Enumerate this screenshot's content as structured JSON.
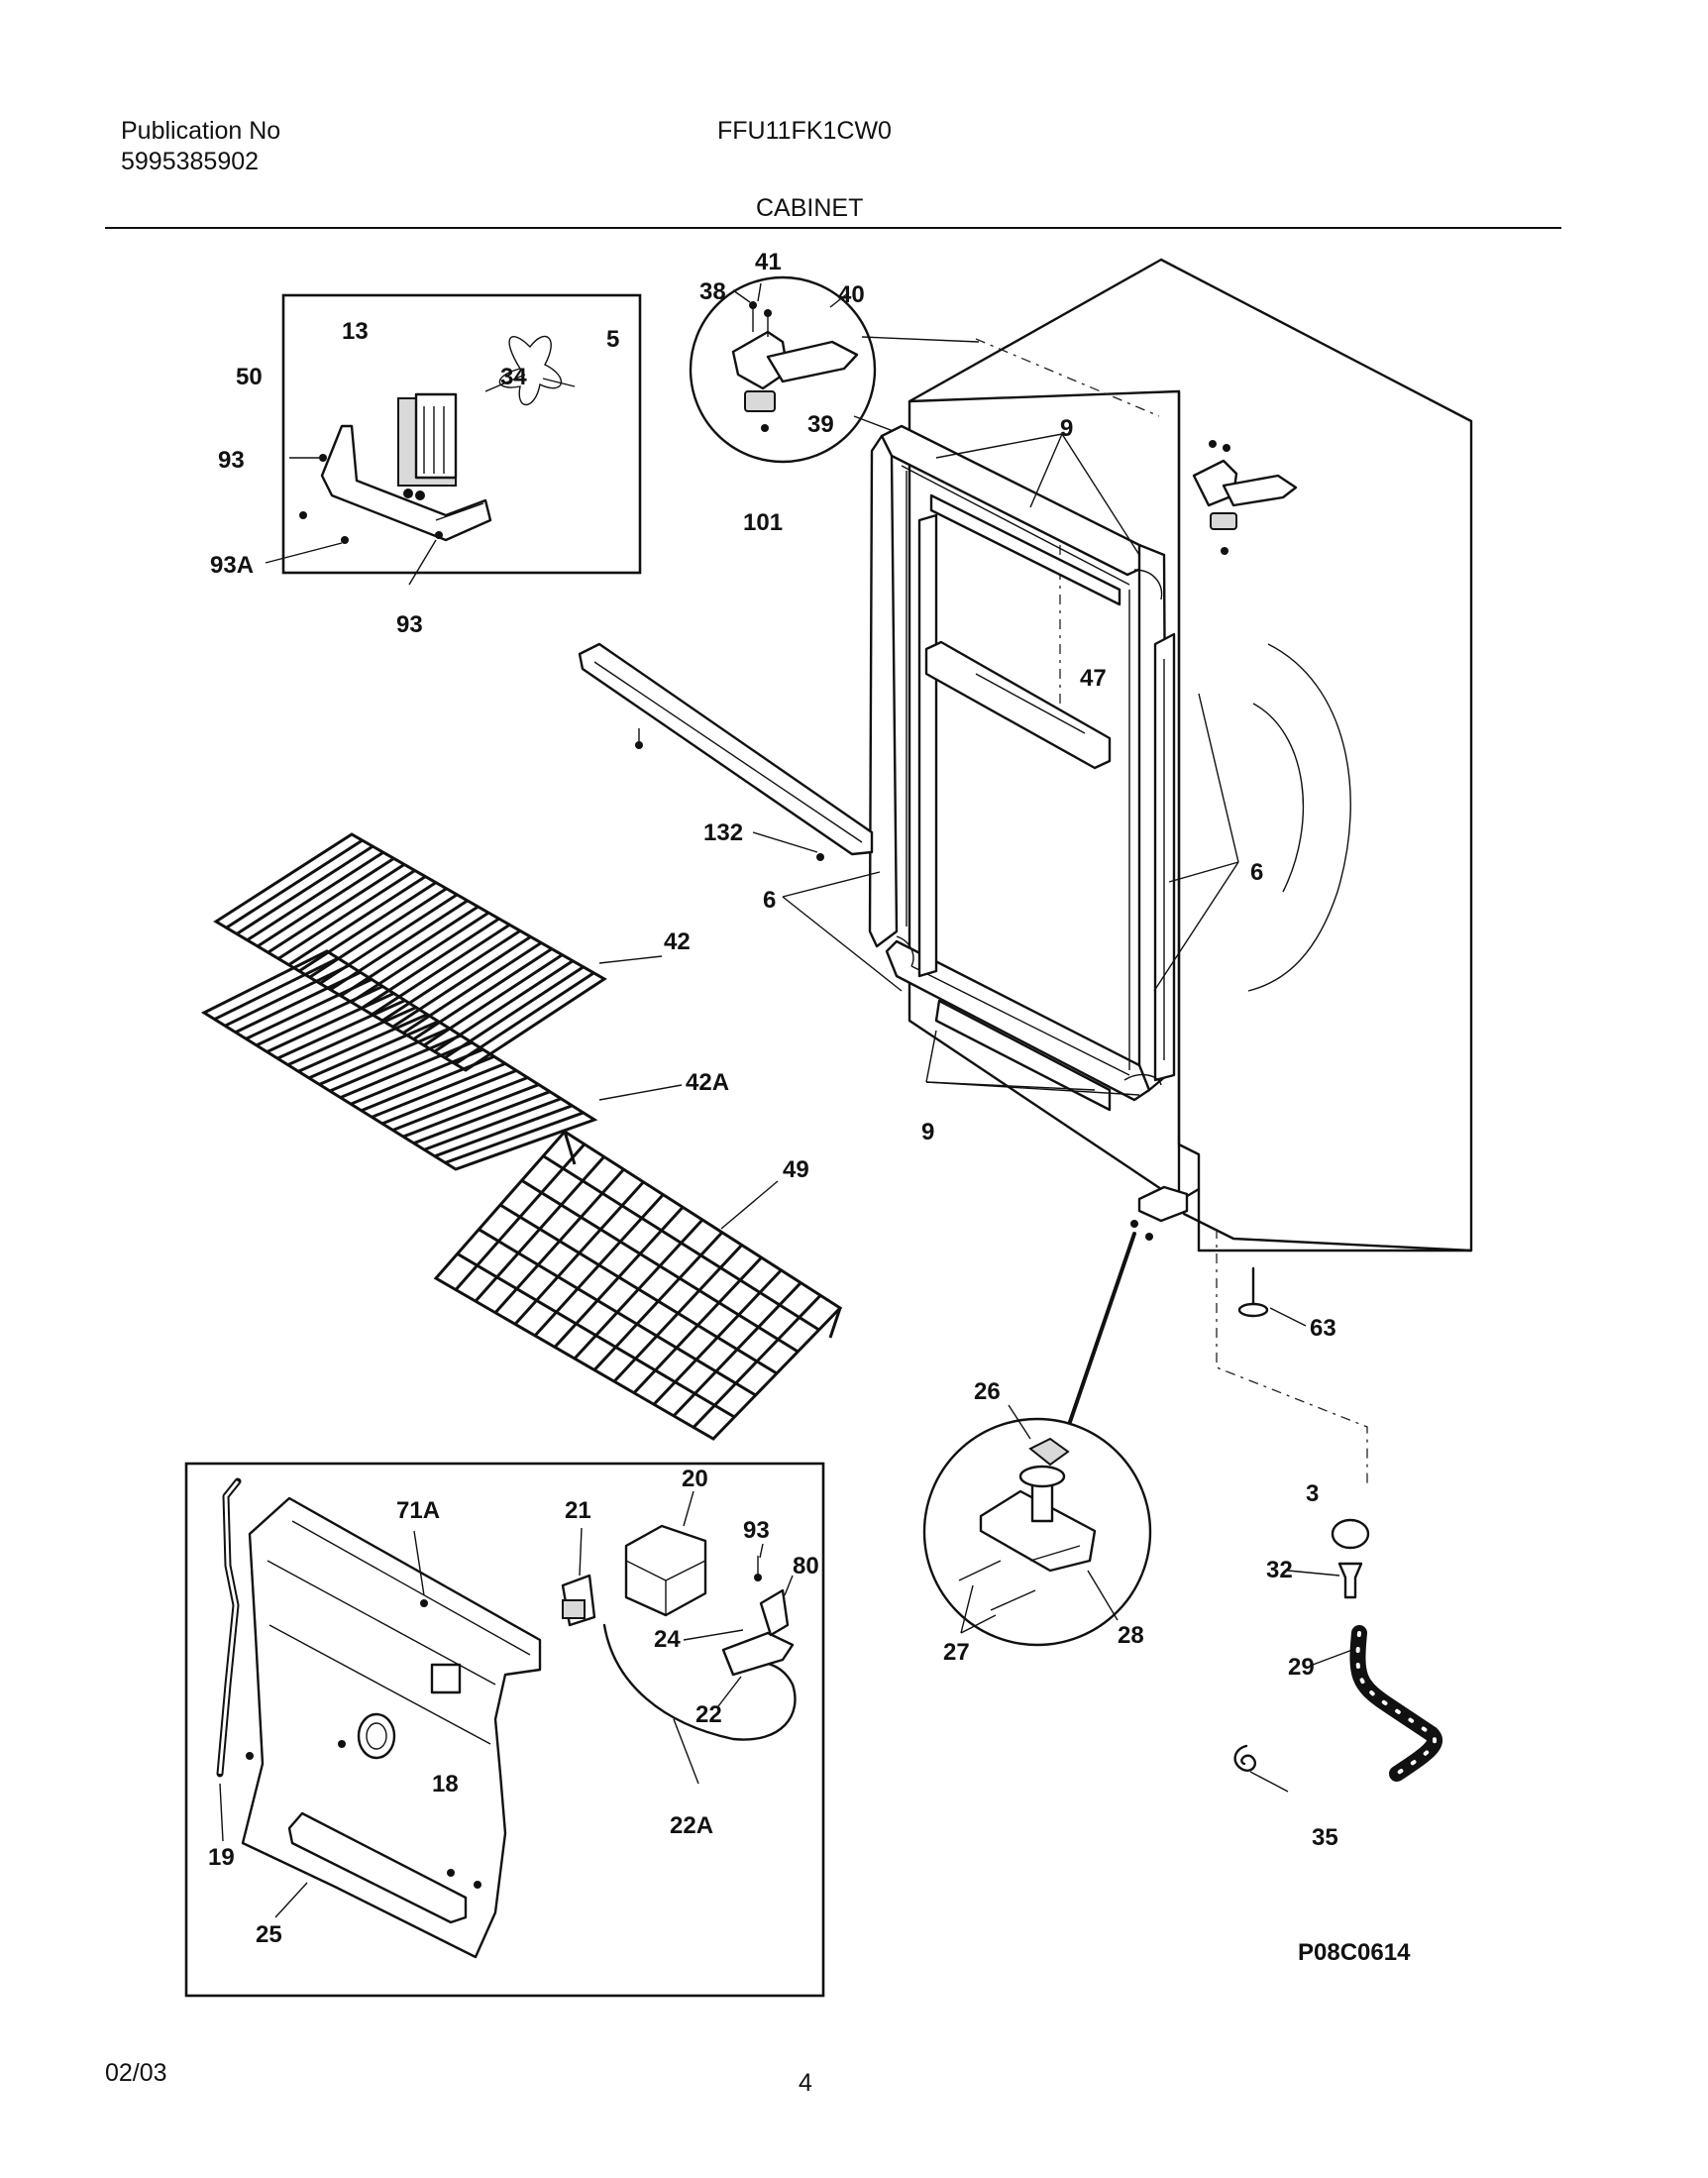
{
  "header": {
    "publication_label": "Publication No",
    "publication_number": "5995385902",
    "model_number": "FFU11FK1CW0",
    "section_title": "CABINET"
  },
  "footer": {
    "date": "02/03",
    "page_number": "4"
  },
  "drawing_id": "P08C0614",
  "part_callouts": [
    "13",
    "5",
    "50",
    "93",
    "93A",
    "93",
    "41",
    "38",
    "40",
    "39",
    "101",
    "9",
    "47",
    "34",
    "132",
    "6",
    "6",
    "42",
    "42A",
    "9",
    "49",
    "63",
    "26",
    "3",
    "32",
    "29",
    "27",
    "28",
    "35",
    "71A",
    "21",
    "20",
    "93",
    "80",
    "24",
    "22",
    "18",
    "22A",
    "19",
    "25"
  ]
}
